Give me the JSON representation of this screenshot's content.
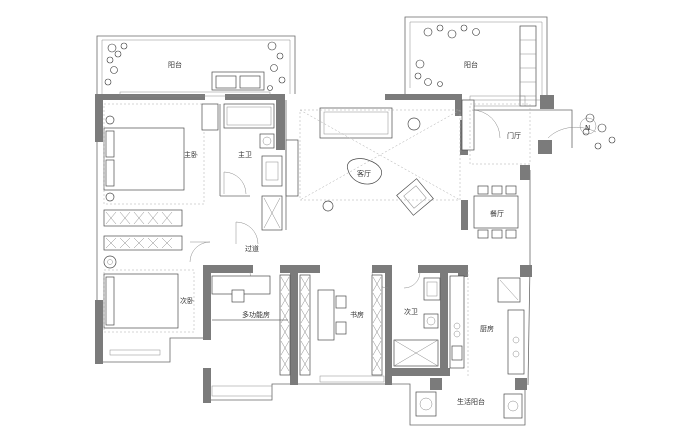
{
  "rooms": {
    "balcony_left": "阳台",
    "balcony_right": "阳台",
    "master_bedroom": "主卧",
    "master_bath": "主卫",
    "living_room": "客厅",
    "foyer": "门厅",
    "dining": "餐厅",
    "corridor": "过道",
    "second_bedroom": "次卧",
    "multi_room": "多功能房",
    "study": "书房",
    "second_bath": "次卫",
    "kitchen": "厨房",
    "service_balcony": "生活阳台"
  },
  "compass": {
    "north": "N"
  },
  "colors": {
    "wall": "#7b7b7b",
    "line": "#6a6a6a",
    "text": "#333333"
  }
}
